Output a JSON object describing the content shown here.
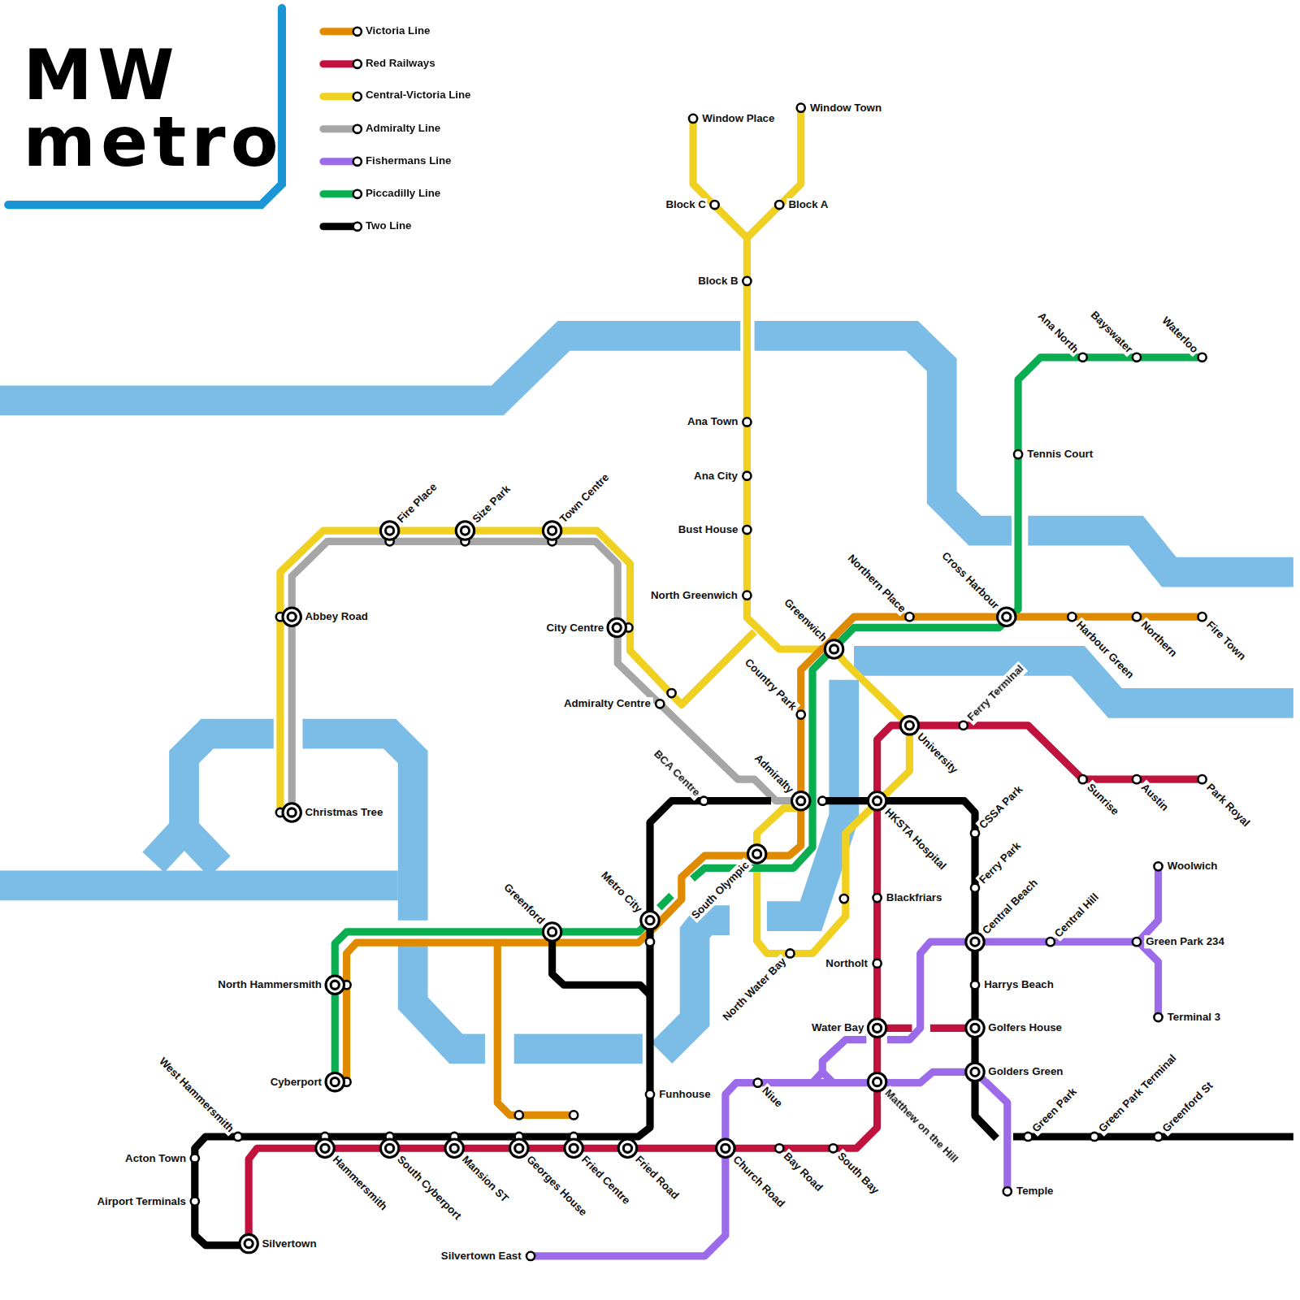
{
  "diagram": {
    "title": "MW metro",
    "labels": [
      "Window Place",
      "Window Town",
      "Block C",
      "Block A",
      "Block B",
      "Ana Town",
      "Ana City",
      "Bust House",
      "North Greenwich",
      "Fire Place",
      "Size Park",
      "Town Centre",
      "Abbey Road",
      "Christmas Tree",
      "City Centre",
      "Admiralty Centre",
      "Greenwich",
      "Northern Place",
      "Cross Harbour",
      "Harbour Green",
      "Northern",
      "Fire Town",
      "Ana North",
      "Bayswater",
      "Waterloo",
      "Tennis Court",
      "Country Park",
      "University",
      "Ferry Terminal",
      "Sunrise",
      "Austin",
      "Park Royal",
      "Admiralty",
      "BCA Centre",
      "HKSTA Hospital",
      "CSSA Park",
      "Ferry Park",
      "Central Beach",
      "Central Hill",
      "Green Park 234",
      "Woolwich",
      "Terminal 3",
      "South Olympic",
      "Metro City",
      "Greenford",
      "North Water Bay",
      "Blackfriars",
      "Northolt",
      "Water Bay",
      "Harrys Beach",
      "Golfers House",
      "Golders Green",
      "North Hammersmith",
      "Cyberport",
      "Niue",
      "Matthew on the Hill",
      "Funhouse",
      "Green Park",
      "Green Park Terminal",
      "Greenford St",
      "Temple",
      "West Hammersmith",
      "Acton Town",
      "Airport Terminals",
      "Hammersmith",
      "South Cyberport",
      "Mansion ST",
      "Georges House",
      "Fried Centre",
      "Fried Road",
      "Church Road",
      "Bay Road",
      "South Bay",
      "Silvertown",
      "Silvertown East"
    ],
    "legend": [
      {
        "text": "Victoria Line",
        "color": "#e08a00"
      },
      {
        "text": "Red Railways",
        "color": "#c0123c"
      },
      {
        "text": "Central-Victoria Line",
        "color": "#f0d020"
      },
      {
        "text": "Admiralty Line",
        "color": "#a6a6a6"
      },
      {
        "text": "Fishermans Line",
        "color": "#9b6bea"
      },
      {
        "text": "Piccadilly Line",
        "color": "#0aad4f"
      },
      {
        "text": "Two Line",
        "color": "#000000"
      }
    ]
  }
}
